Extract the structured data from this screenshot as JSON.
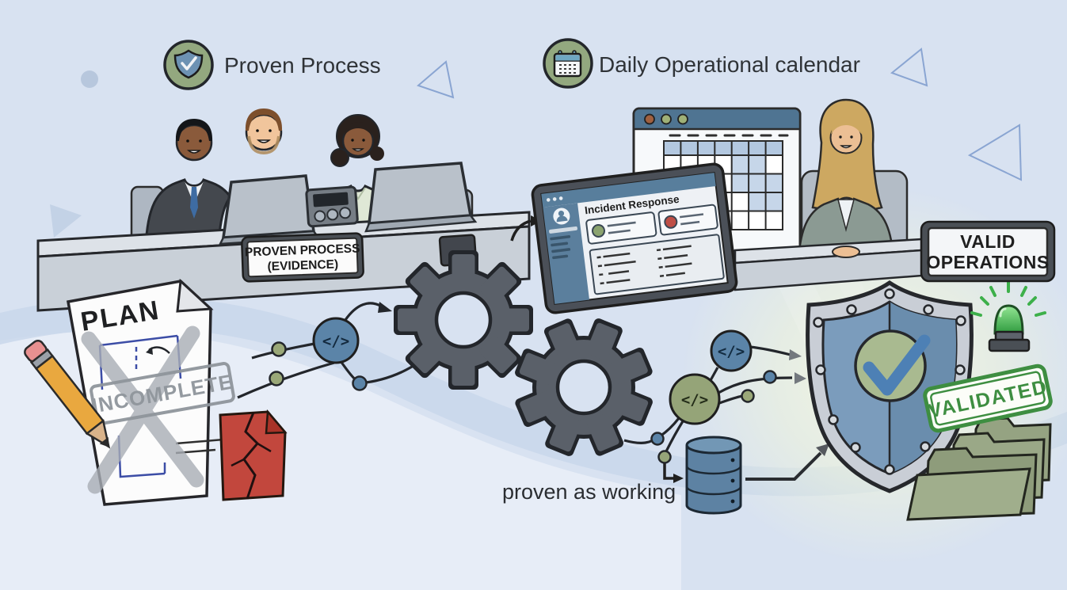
{
  "labels": {
    "proven_process_badge": "Proven Process",
    "daily_calendar_badge": "Daily Operational calendar",
    "evidence_sign_line1": "PROVEN PROCESS",
    "evidence_sign_line2": "(EVIDENCE)",
    "valid_sign_line1": "VALID",
    "valid_sign_line2": "OPERATIONS",
    "plan_title": "PLAN",
    "incomplete_stamp": "INCOMPLETE",
    "tablet_app_title": "Incident Response",
    "validated_stamp": "VALIDATED",
    "caption": "proven as working",
    "code_glyph": "</>"
  },
  "icons": [
    "shield-check-icon",
    "calendar-icon",
    "code-icon",
    "gear-icon",
    "database-icon",
    "pencil-icon",
    "broken-file-icon",
    "beacon-light-icon",
    "folder-stack-icon",
    "avatar-icon",
    "window-dots-icon",
    "x-mark-icon",
    "arrow-icon"
  ],
  "colors": {
    "background": "#d8e2f1",
    "wave_band": "#c9d7eb",
    "glow": "#f3f7e0",
    "badge_green": "#93a87f",
    "steel_blue": "#5b84a8",
    "gear_gray": "#5a6069",
    "stamp_green": "#3e8e41",
    "incomplete_gray": "#8f959c",
    "alert_red": "#c2473d",
    "database_blue": "#5d82a3",
    "check_blue": "#4d80b5",
    "shield_rim": "#c9ced6",
    "shield_inner": "#7b9cbc",
    "folder_green": "#97a584",
    "sign_border": "#4a4f55",
    "pencil_orange": "#e9a83f"
  }
}
